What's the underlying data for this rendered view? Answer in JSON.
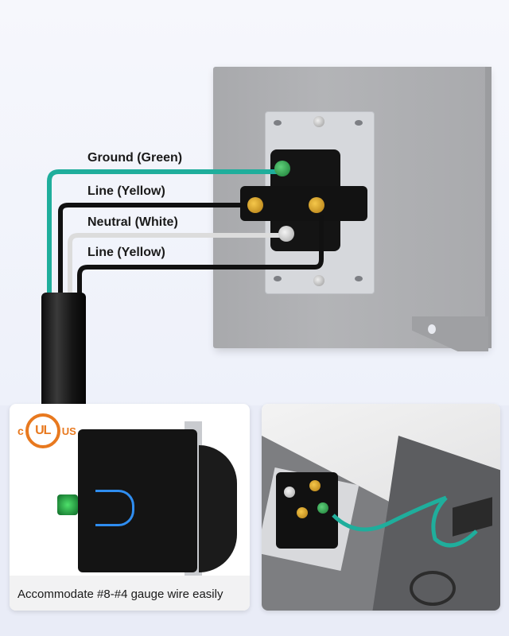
{
  "diagram": {
    "wire_labels": [
      {
        "text": "Ground (Green)",
        "color": "#1fae9c"
      },
      {
        "text": "Line (Yellow)",
        "color": "#111111"
      },
      {
        "text": "Neutral (White)",
        "color": "#d9d9d9"
      },
      {
        "text": "Line (Yellow)",
        "color": "#111111"
      }
    ]
  },
  "card_left": {
    "certification": {
      "c": "c",
      "ul": "UL",
      "us": "US"
    },
    "caption": "Accommodate #8-#4 gauge wire easily"
  },
  "colors": {
    "accent_orange": "#e8791f",
    "ground_wire": "#1fae9c",
    "highlight_blue": "#2f8df0"
  }
}
